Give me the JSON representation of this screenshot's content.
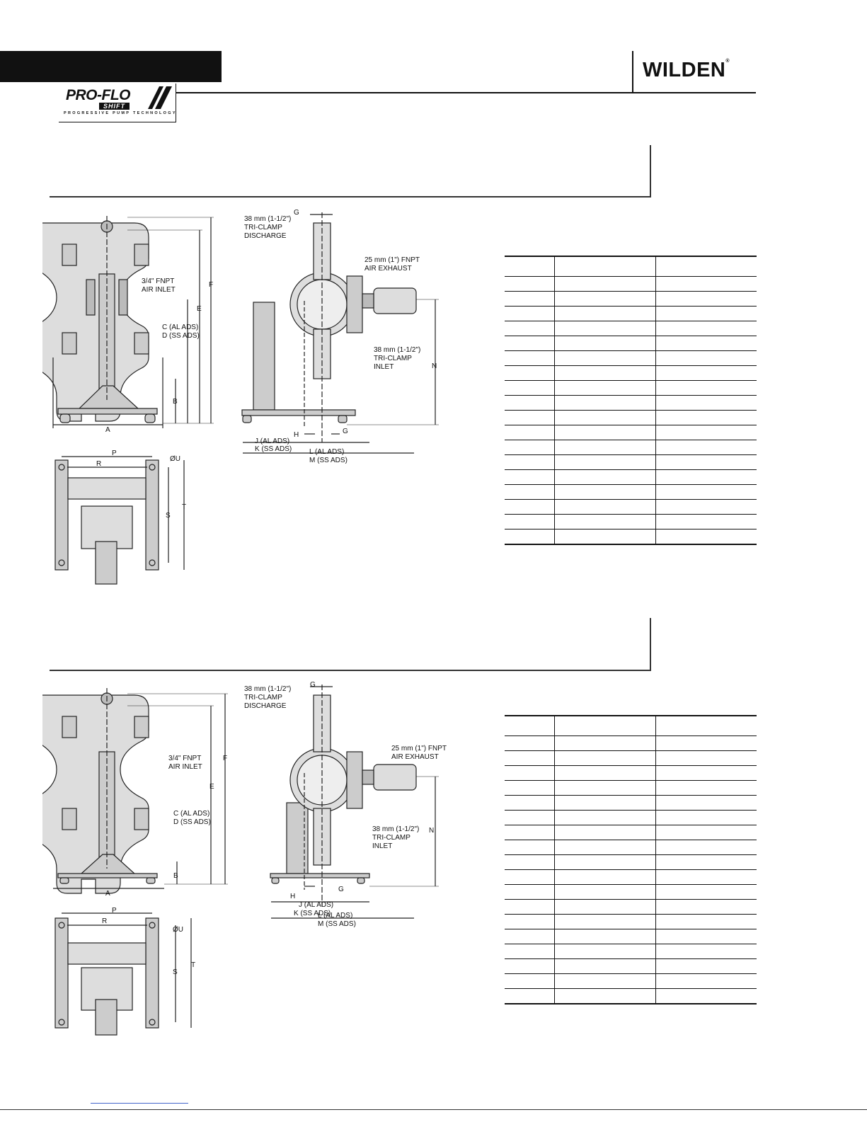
{
  "header": {
    "brand_logo": "WILDEN",
    "product_logo": "PRO-FLO",
    "product_logo_sub": "SHIFT",
    "product_tagline": "PROGRESSIVE PUMP TECHNOLOGY"
  },
  "sections": [
    {
      "labels": {
        "discharge": [
          "38 mm (1-1/2\")",
          "TRI-CLAMP",
          "DISCHARGE"
        ],
        "exhaust": [
          "25 mm (1\") FNPT",
          "AIR EXHAUST"
        ],
        "inlet": [
          "38 mm (1-1/2\")",
          "TRI-CLAMP",
          "INLET"
        ],
        "air_inlet": [
          "3/4\" FNPT",
          "AIR INLET"
        ],
        "cd": [
          "C (AL ADS)",
          "D (SS ADS)"
        ],
        "jk": [
          "J (AL ADS)",
          "K (SS ADS)"
        ],
        "lm": [
          "L (AL ADS)",
          "M (SS ADS)"
        ],
        "A": "A",
        "B": "B",
        "E": "E",
        "F": "F",
        "G": "G",
        "H": "H",
        "N": "N",
        "P": "P",
        "R": "R",
        "S": "S",
        "T": "T",
        "U": "ØU"
      },
      "table_rows": 18
    },
    {
      "labels": {
        "discharge": [
          "38 mm (1-1/2\")",
          "TRI-CLAMP",
          "DISCHARGE"
        ],
        "exhaust": [
          "25 mm (1\") FNPT",
          "AIR EXHAUST"
        ],
        "inlet": [
          "38 mm (1-1/2\")",
          "TRI-CLAMP",
          "INLET"
        ],
        "air_inlet": [
          "3/4\" FNPT",
          "AIR INLET"
        ],
        "cd": [
          "C (AL ADS)",
          "D (SS ADS)"
        ],
        "jk": [
          "J (AL ADS)",
          "K (SS ADS)"
        ],
        "lm": [
          "L (AL ADS)",
          "M (SS ADS)"
        ],
        "A": "A",
        "B": "B",
        "E": "E",
        "F": "F",
        "G": "G",
        "H": "H",
        "N": "N",
        "P": "P",
        "R": "R",
        "S": "S",
        "T": "T",
        "U": "ØU"
      },
      "table_rows": 18
    }
  ]
}
